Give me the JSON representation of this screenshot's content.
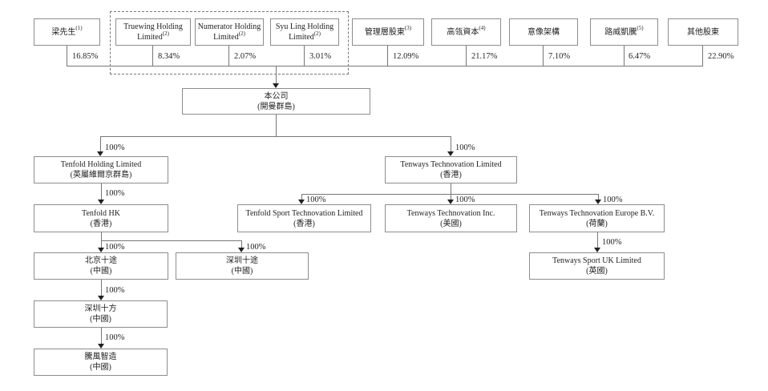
{
  "shareholders": [
    {
      "line1": "梁先生",
      "sup1": "(1)",
      "line2": "",
      "sup2": "",
      "pct": "16.85%"
    },
    {
      "line1": "Truewing Holding",
      "sup1": "",
      "line2": "Limited",
      "sup2": "(2)",
      "pct": "8.34%"
    },
    {
      "line1": "Numerator Holding",
      "sup1": "",
      "line2": "Limited",
      "sup2": "(2)",
      "pct": "2.07%"
    },
    {
      "line1": "Syu Ling Holding",
      "sup1": "",
      "line2": "Limited",
      "sup2": "(2)",
      "pct": "3.01%"
    },
    {
      "line1": "管理層股東",
      "sup1": "(3)",
      "line2": "",
      "sup2": "",
      "pct": "12.09%"
    },
    {
      "line1": "高瓴資本",
      "sup1": "(4)",
      "line2": "",
      "sup2": "",
      "pct": "21.17%"
    },
    {
      "line1": "意像架構",
      "sup1": "",
      "line2": "",
      "sup2": "",
      "pct": "7.10%"
    },
    {
      "line1": "路威凱騰",
      "sup1": "(5)",
      "line2": "",
      "sup2": "",
      "pct": "6.47%"
    },
    {
      "line1": "其他股東",
      "sup1": "",
      "line2": "",
      "sup2": "",
      "pct": "22.90%"
    }
  ],
  "companies": {
    "parent": {
      "name": "本公司",
      "location": "(開曼群島)"
    },
    "tenfold_holding": {
      "name": "Tenfold Holding Limited",
      "location": "(英屬維爾京群島)"
    },
    "tenways_technovation": {
      "name": "Tenways Technovation Limited",
      "location": "(香港)"
    },
    "tenfold_hk": {
      "name": "Tenfold HK",
      "location": "(香港)"
    },
    "tenfold_sport": {
      "name": "Tenfold Sport Technovation Limited",
      "location": "(香港)"
    },
    "tenways_inc": {
      "name": "Tenways Technovation Inc.",
      "location": "(美國)"
    },
    "tenways_europe": {
      "name": "Tenways Technovation Europe B.V.",
      "location": "(荷蘭)"
    },
    "beijing_shitu": {
      "name": "北京十途",
      "location": "(中國)"
    },
    "shenzhen_shitu": {
      "name": "深圳十途",
      "location": "(中國)"
    },
    "tenways_uk": {
      "name": "Tenways Sport UK Limited",
      "location": "(英國)"
    },
    "shenzhen_shifang": {
      "name": "深圳十方",
      "location": "(中國)"
    },
    "tengfeng_zhizao": {
      "name": "騰風智造",
      "location": "(中國)"
    }
  },
  "labels": {
    "ownership": "100%"
  },
  "colors": {
    "line": "#777777",
    "border": "#8d8d8d",
    "text": "#1f1f1f",
    "background": "#ffffff"
  }
}
